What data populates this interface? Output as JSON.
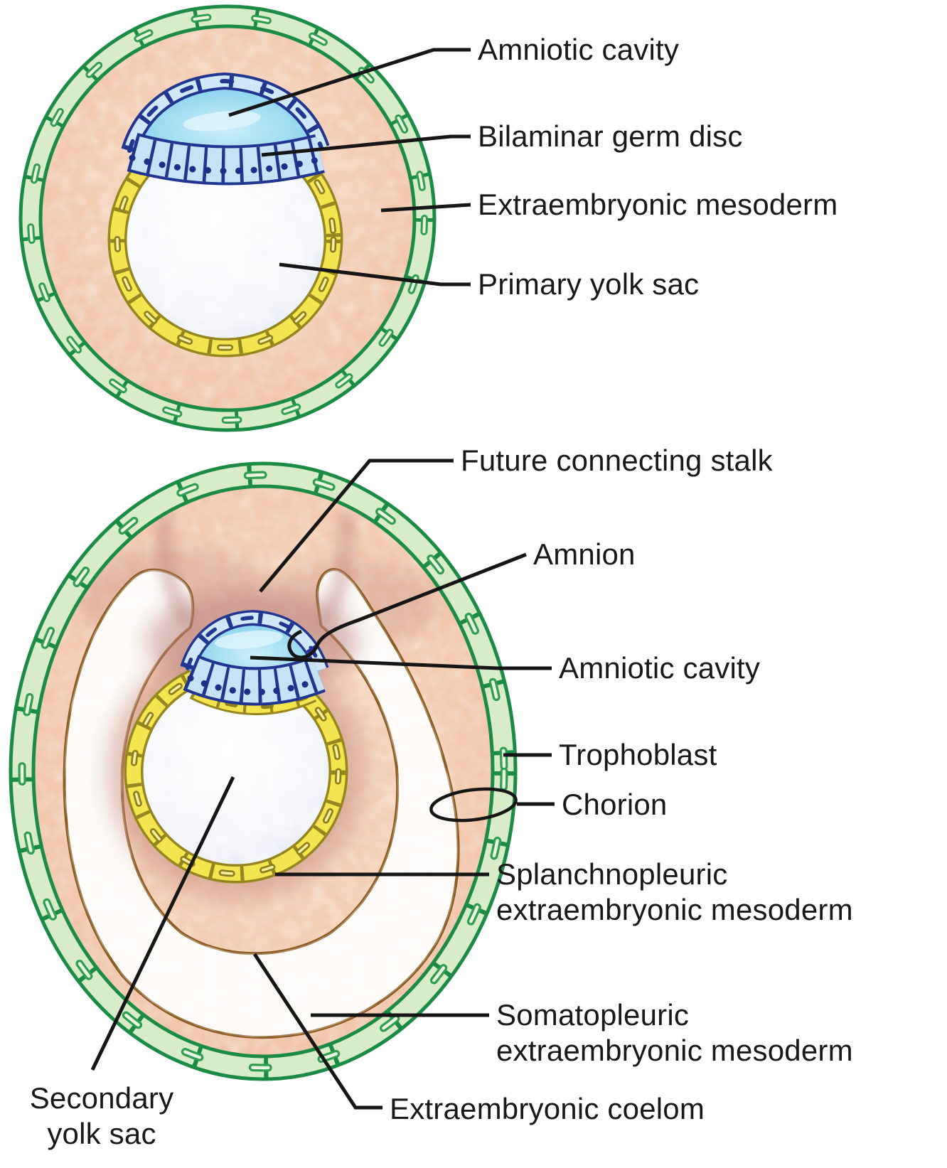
{
  "figure": {
    "description": "Two-panel embryology diagram of bilaminar germ disc development",
    "panels": {
      "top": {
        "name": "bilaminar embryo with primary yolk sac",
        "labels": {
          "amniotic_cavity": "Amniotic cavity",
          "bilaminar_germ_disc": "Bilaminar germ disc",
          "extraembryonic_mesoderm": "Extraembryonic mesoderm",
          "primary_yolk_sac": "Primary yolk sac"
        }
      },
      "bottom": {
        "name": "embryo with extraembryonic coelom and secondary yolk sac",
        "labels": {
          "future_connecting_stalk": "Future connecting stalk",
          "amnion": "Amnion",
          "amniotic_cavity": "Amniotic cavity",
          "trophoblast": "Trophoblast",
          "chorion": "Chorion",
          "splanchnopleuric_line1": "Splanchnopleuric",
          "splanchnopleuric_line2": "extraembryonic mesoderm",
          "somatopleuric_line1": "Somatopleuric",
          "somatopleuric_line2": "extraembryonic mesoderm",
          "extraembryonic_coelom": "Extraembryonic coelom",
          "secondary_yolk_sac_line1": "Secondary",
          "secondary_yolk_sac_line2": "yolk sac"
        }
      }
    },
    "colors": {
      "trophoblast_outline_green": "#1b8b45",
      "trophoblast_fill_green": "#d9ecca",
      "mesoderm_pink": "#f2c6ab",
      "dusky_mesoderm": "#bd827a",
      "hypoblast_yellow": "#f4e44f",
      "hypoblast_outline_olive": "#95861f",
      "epiblast_navy": "#23368f",
      "epiblast_cell_blue": "#c5e2f7",
      "amniotic_cavity_blue": "#6ec4e8",
      "coelom_boundary_brown": "#8a5a20",
      "coelom_white": "#fdfaf6",
      "leader_line": "#161616",
      "text": "#191919"
    }
  }
}
